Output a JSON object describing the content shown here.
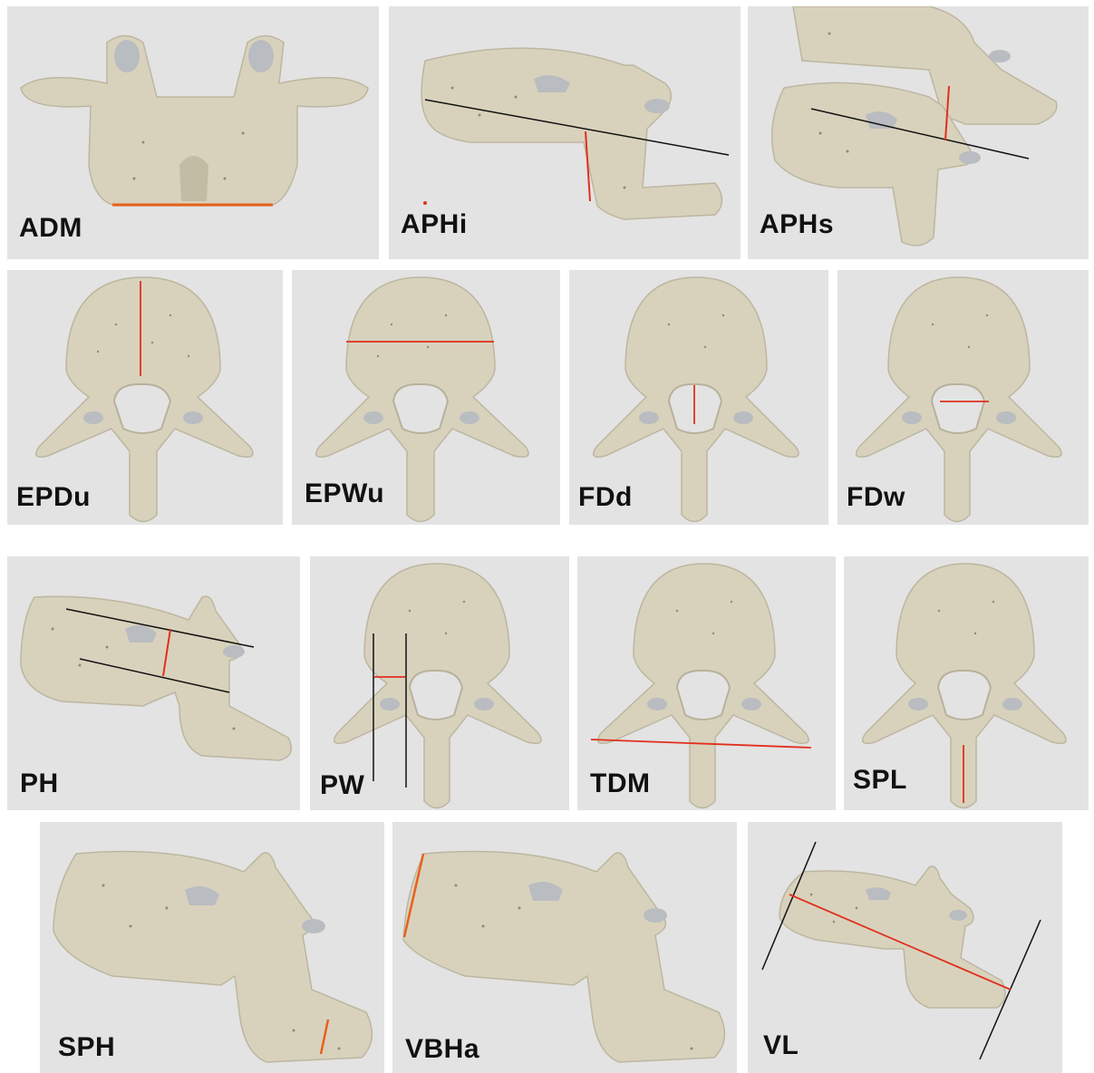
{
  "panels": [
    {
      "id": "adm",
      "label": "ADM",
      "view": "posterior"
    },
    {
      "id": "aphi",
      "label": "APHi",
      "view": "lateral"
    },
    {
      "id": "aphs",
      "label": "APHs",
      "view": "lateral-pair"
    },
    {
      "id": "epdu",
      "label": "EPDu",
      "view": "superior"
    },
    {
      "id": "epwu",
      "label": "EPWu",
      "view": "superior"
    },
    {
      "id": "fdd",
      "label": "FDd",
      "view": "superior"
    },
    {
      "id": "fdw",
      "label": "FDw",
      "view": "superior"
    },
    {
      "id": "ph",
      "label": "PH",
      "view": "lateral"
    },
    {
      "id": "pw",
      "label": "PW",
      "view": "superior"
    },
    {
      "id": "tdm",
      "label": "TDM",
      "view": "superior"
    },
    {
      "id": "spl",
      "label": "SPL",
      "view": "superior"
    },
    {
      "id": "sph",
      "label": "SPH",
      "view": "lateral"
    },
    {
      "id": "vbha",
      "label": "VBHa",
      "view": "lateral"
    },
    {
      "id": "vl",
      "label": "VL",
      "view": "lateral"
    }
  ],
  "colors": {
    "background": "#e3e3e3",
    "bone": "#d8d2bd",
    "measure_red": "#e0301e",
    "measure_orange": "#e8601c",
    "reference_black": "#111111"
  }
}
